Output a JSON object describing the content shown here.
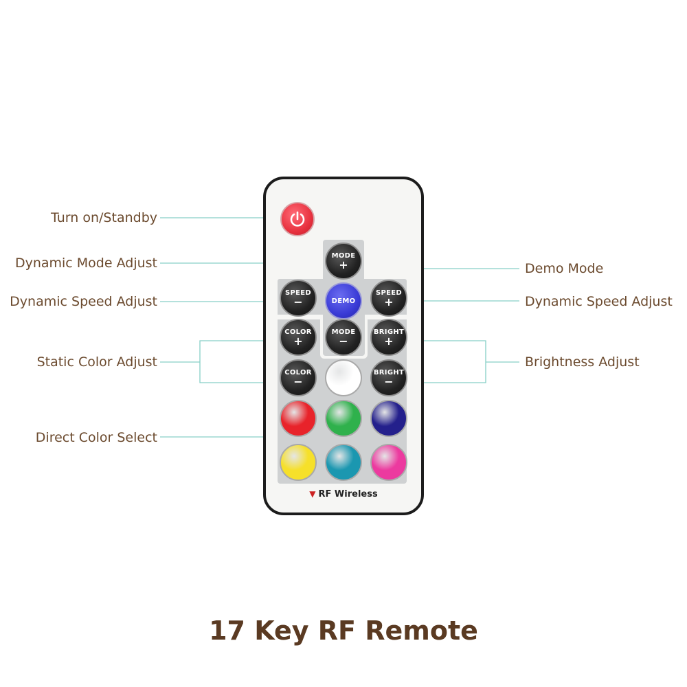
{
  "title": "17 Key RF Remote",
  "labels": {
    "power": "Turn on/Standby",
    "dynamic_mode": "Dynamic Mode Adjust",
    "dynamic_speed_left": "Dynamic Speed Adjust",
    "static_color": "Static Color Adjust",
    "direct_color": "Direct Color Select",
    "demo": "Demo Mode",
    "dynamic_speed_right": "Dynamic Speed Adjust",
    "brightness": "Brightness Adjust"
  },
  "remote": {
    "footer": "RF Wireless",
    "keys": {
      "mode_up": {
        "text": "MODE",
        "sign": "+"
      },
      "speed_down": {
        "text": "SPEED",
        "sign": "−"
      },
      "demo": {
        "text": "DEMO"
      },
      "speed_up": {
        "text": "SPEED",
        "sign": "+"
      },
      "color_up": {
        "text": "COLOR",
        "sign": "+"
      },
      "mode_down": {
        "text": "MODE",
        "sign": "−"
      },
      "bright_up": {
        "text": "BRIGHT",
        "sign": "+"
      },
      "color_down": {
        "text": "COLOR",
        "sign": "−"
      },
      "bright_down": {
        "text": "BRIGHT",
        "sign": "−"
      }
    },
    "color_keys": [
      "#e8232a",
      "#2fb14c",
      "#24208c",
      "#f6e02a",
      "#1b97b0",
      "#ec3a9f",
      "#ffffff"
    ]
  },
  "colors": {
    "label_text": "#6b4a2e",
    "leader_line": "#86cfc6",
    "demo_key": "#3a3bd6"
  }
}
